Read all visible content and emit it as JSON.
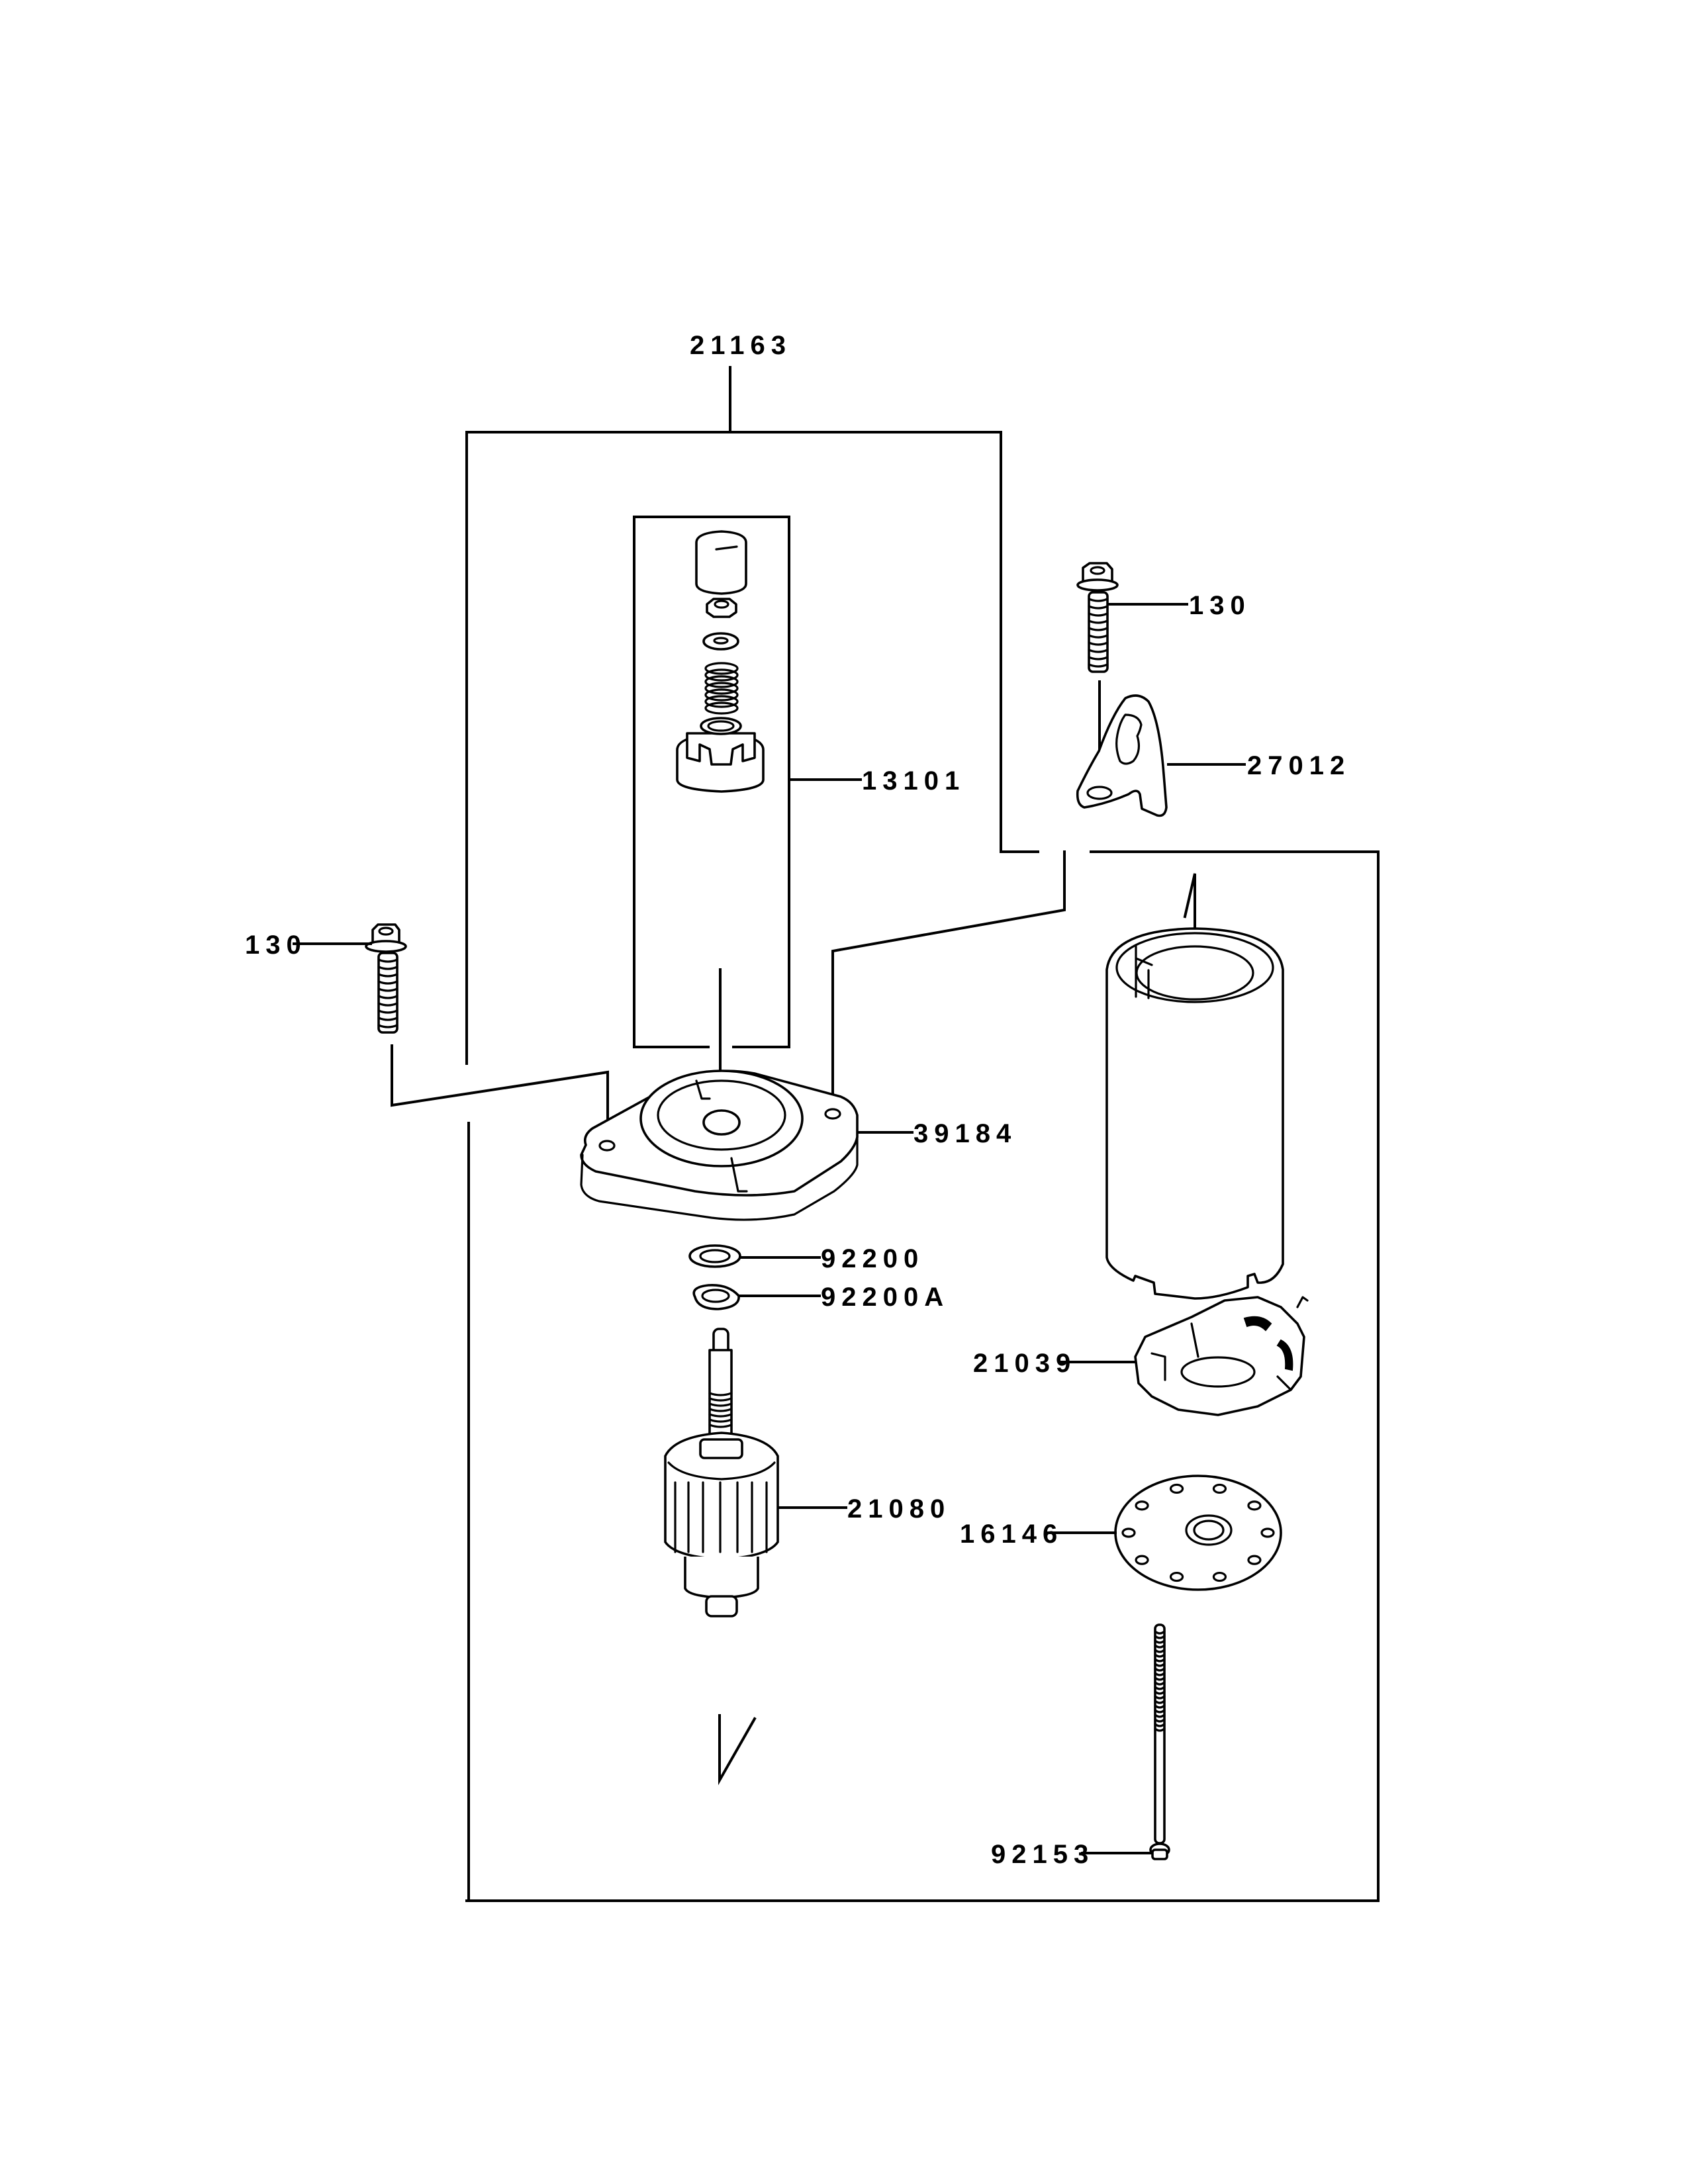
{
  "diagram": {
    "type": "exploded parts diagram",
    "subject": "starter motor assembly",
    "line_color": "#000000",
    "background_color": "#ffffff"
  },
  "callouts": {
    "assembly": "21163",
    "pinion_kit": "13101",
    "bolt_left": "130",
    "bolt_right": "130",
    "bracket": "27012",
    "front_cover": "39184",
    "washer": "92200",
    "washer_a": "92200A",
    "armature": "21080",
    "brush_holder": "21039",
    "end_plate": "16146",
    "through_bolt": "92153"
  }
}
